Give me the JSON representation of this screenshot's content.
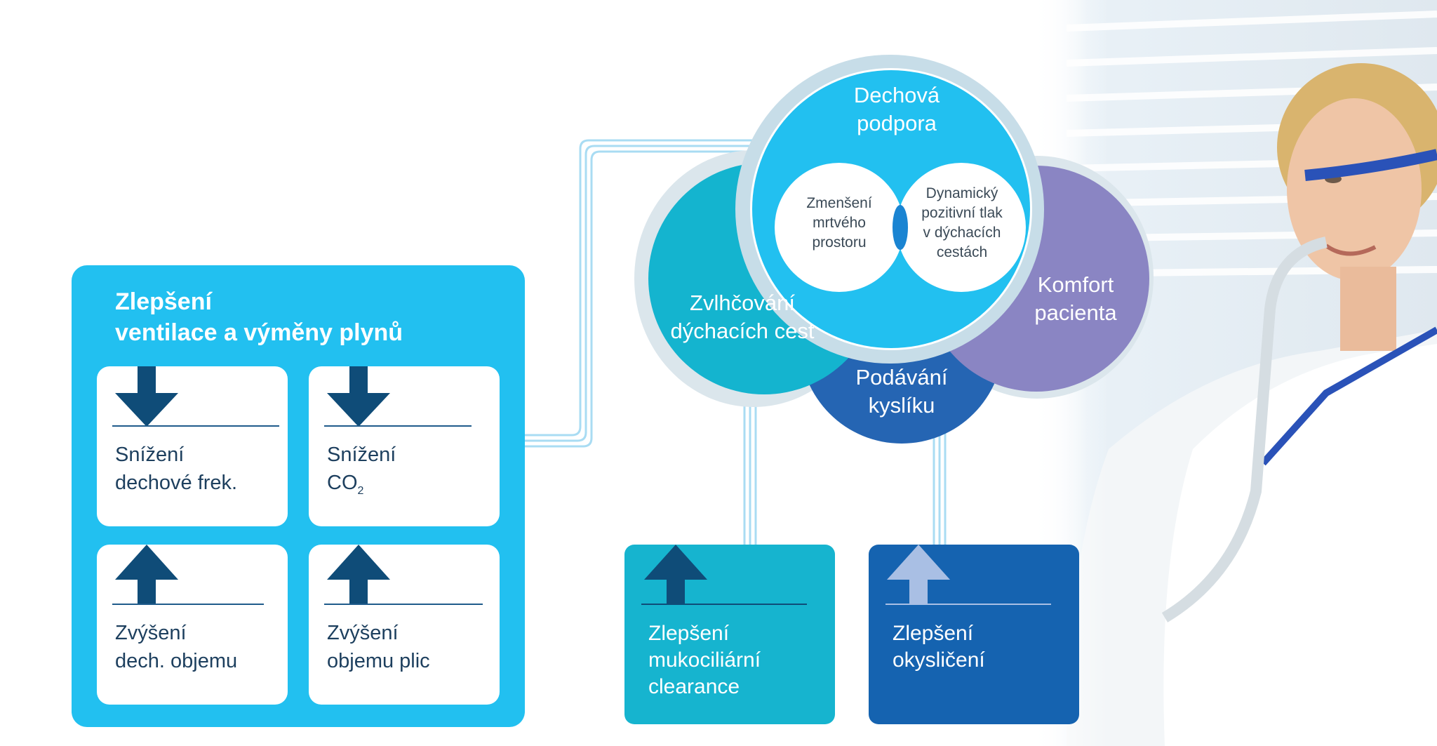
{
  "panel": {
    "title": "Zlepšení\nventilace a výměny plynů",
    "color": "#22c0f0",
    "cards": [
      {
        "text": "Snížení\ndechové frek.",
        "arrow": "arrow-down-icon"
      },
      {
        "text": "Snížení\nCO",
        "subscript": "2",
        "arrow": "arrow-down-icon"
      },
      {
        "text": "Zvýšení\ndech. objemu",
        "arrow": "arrow-up-icon"
      },
      {
        "text": "Zvýšení\nobjemu plic",
        "arrow": "arrow-up-icon"
      }
    ]
  },
  "circles": {
    "breathing_support": {
      "label": "Dechová\npodpora",
      "color": "#22c0f0"
    },
    "dead_space": {
      "label": "Zmenšení\nmrtvého\nprostoru"
    },
    "dynamic_pressure": {
      "label": "Dynamický\npozitivní tlak\nv dýchacích\ncestách"
    },
    "humidification": {
      "label": "Zvlhčování\ndýchacích cest",
      "color": "#14b4cf"
    },
    "comfort": {
      "label": "Komfort\npacienta",
      "color": "#8a85c3"
    },
    "oxygen": {
      "label": "Podávání\nkyslíku",
      "color": "#2565b3"
    }
  },
  "boxes": {
    "mucociliary": {
      "text": "Zlepšení\nmukociliární\nclearance",
      "color": "#16b4cf",
      "arrow": "arrow-up-icon"
    },
    "oxygenation": {
      "text": "Zlepšení\nokysličení",
      "color": "#1563b0",
      "arrow": "arrow-up-icon"
    }
  },
  "colors": {
    "dark_arrow": "#0f4c78",
    "light_arrow": "#a9bfe4",
    "wire": "#a9dcf3"
  },
  "photo": {
    "subject": "patient-with-nasal-cannula"
  }
}
